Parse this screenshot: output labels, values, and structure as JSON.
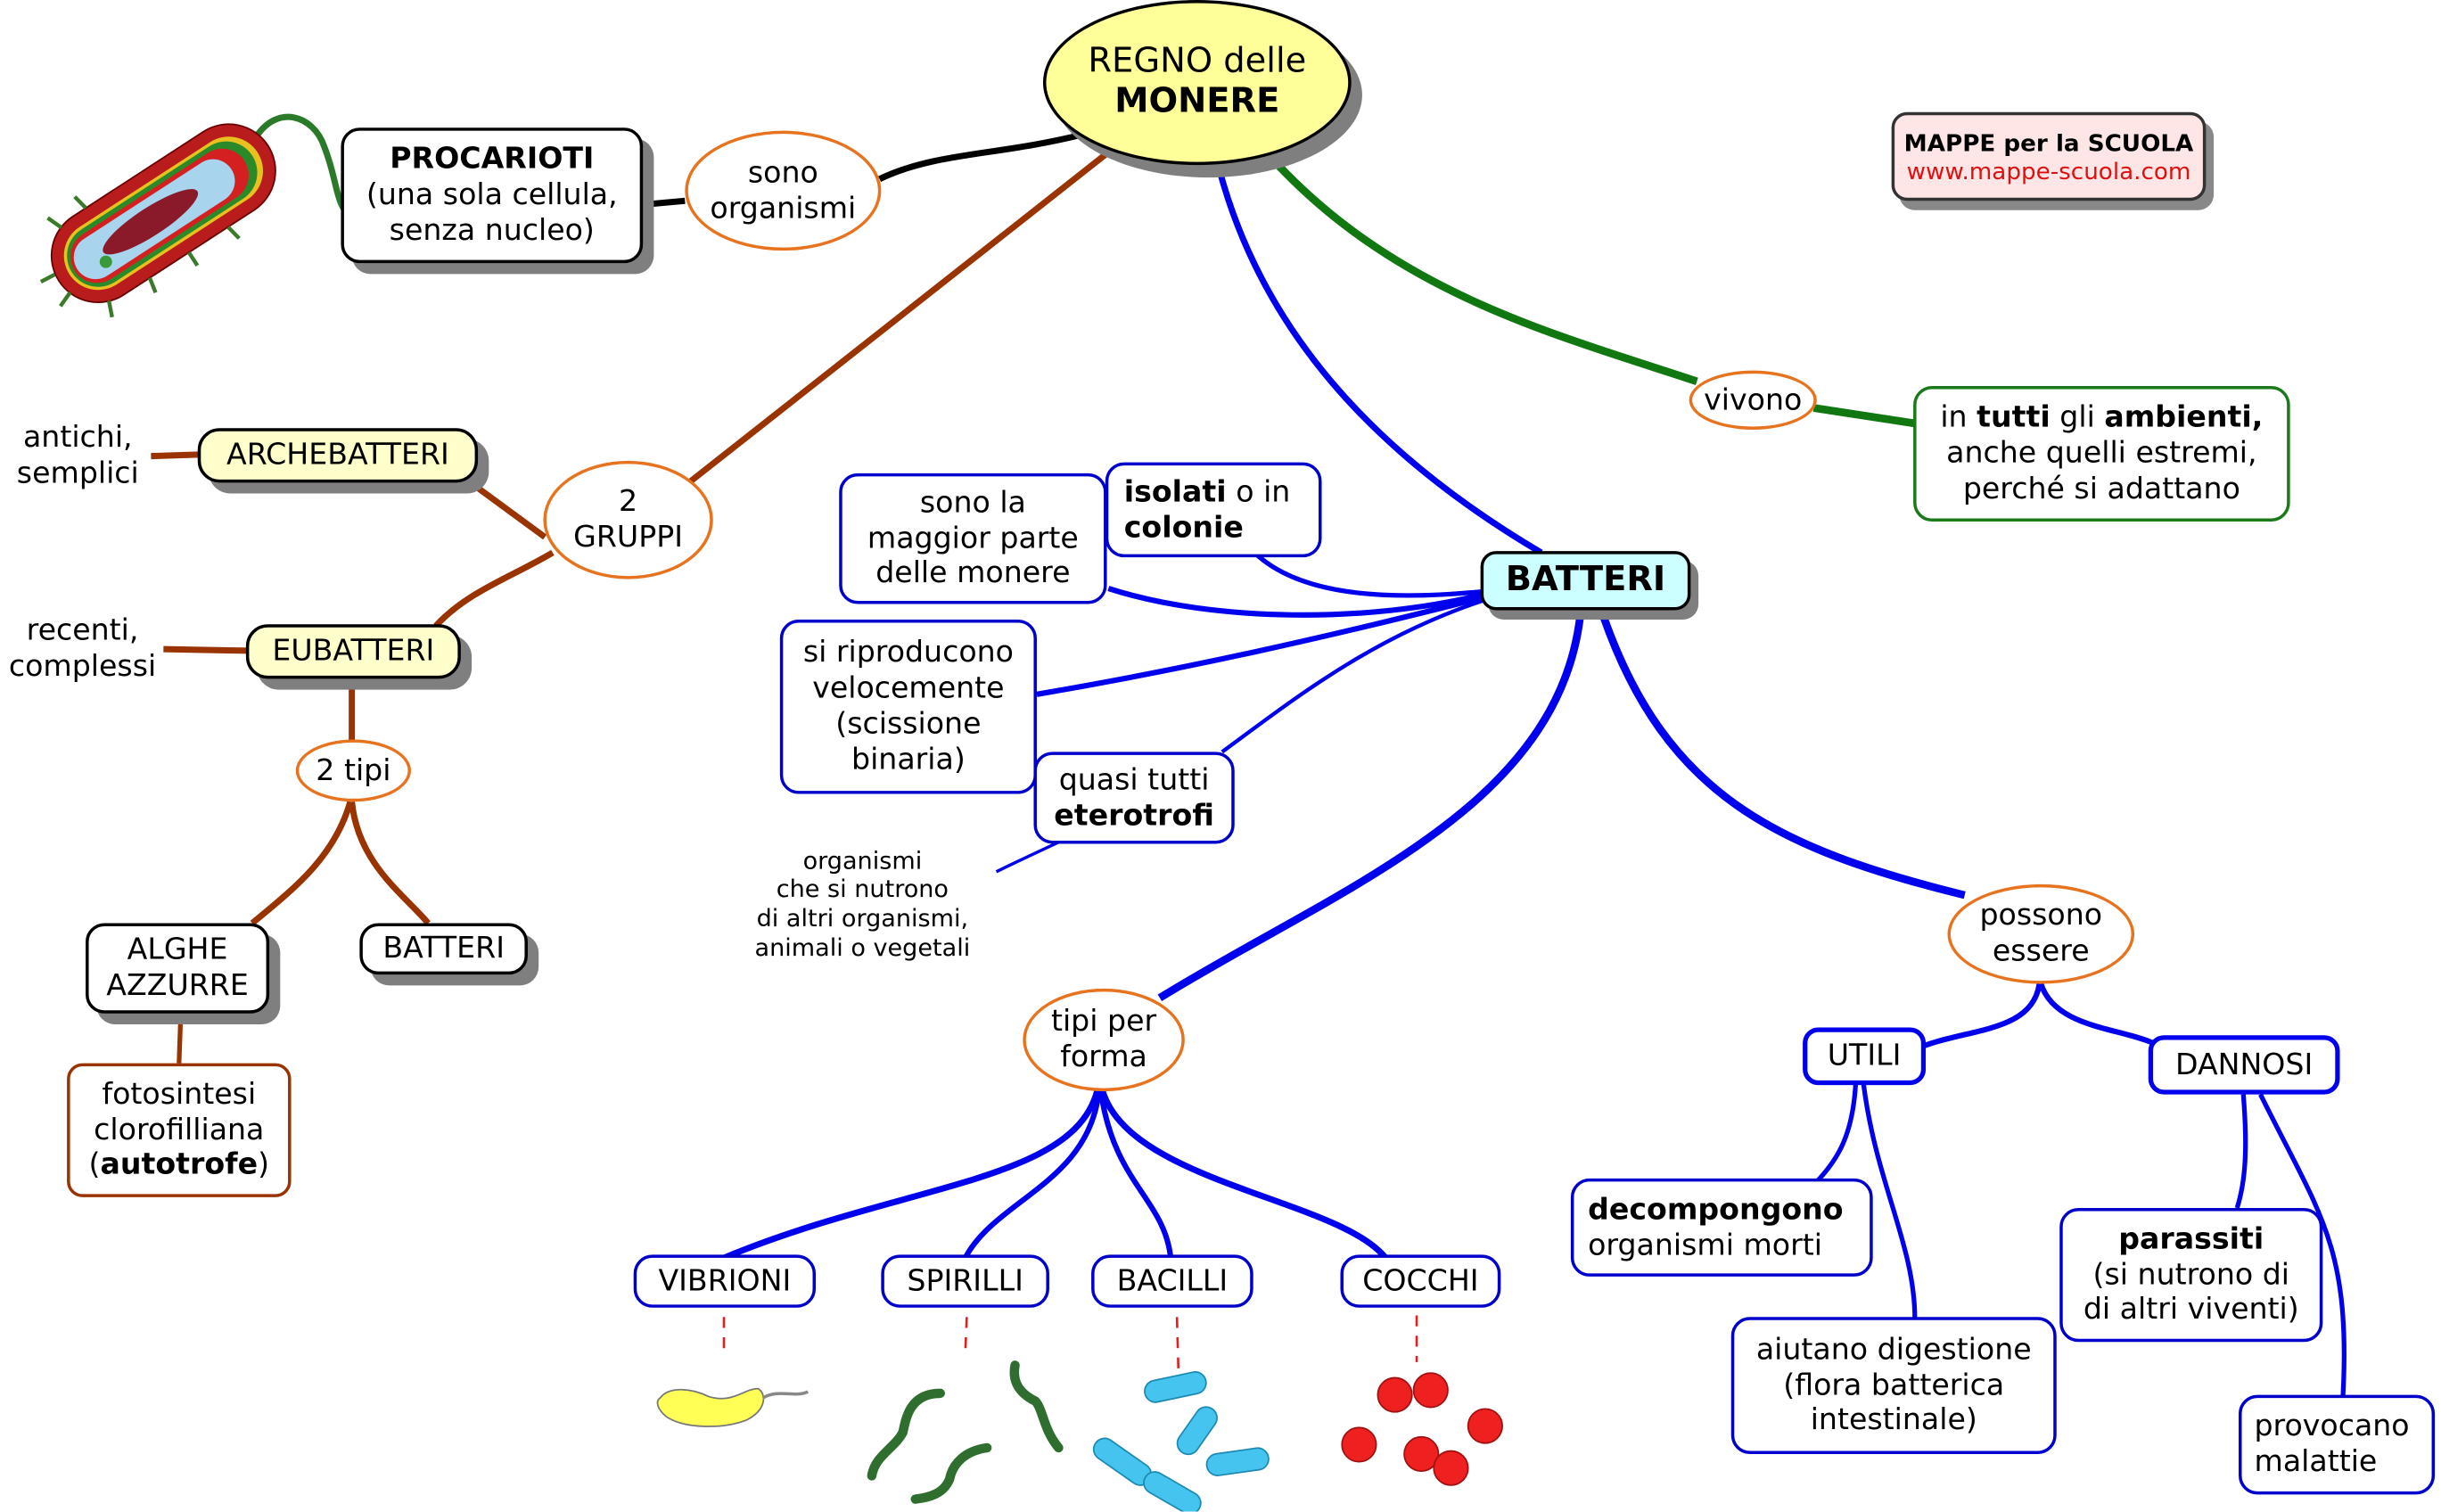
{
  "title": {
    "line1": "REGNO delle",
    "line2": "MONERE"
  },
  "brand": {
    "name": "MAPPE per la SCUOLA",
    "url": "www.mappe-scuola.com"
  },
  "colors": {
    "branch_black": "#000000",
    "branch_brown": "#993300",
    "branch_blue": "#0000ee",
    "branch_green": "#117711",
    "link_ellipse_border": "#e8731f",
    "root_fill": "#ffff99",
    "batteri_fill": "#ccffff",
    "group_fill": "#ffffcc",
    "brand_fill": "#ffe6e6",
    "brand_url": "#e01010"
  },
  "procarioti": {
    "link": [
      "sono",
      "organismi"
    ],
    "title": "PROCARIOTI",
    "lines": [
      "(una sola cellula,",
      "senza nucleo)"
    ],
    "illustration": "prokaryote-cell-illustration"
  },
  "gruppi": {
    "link": [
      "2",
      "GRUPPI"
    ],
    "archebatteri": {
      "label": "ARCHEBATTERI",
      "note": [
        "antichi,",
        "semplici"
      ]
    },
    "eubatteri": {
      "label": "EUBATTERI",
      "note": [
        "recenti,",
        "complessi"
      ],
      "link": "2 tipi",
      "types": [
        {
          "label": [
            "ALGHE",
            "AZZURRE"
          ],
          "detail": [
            "fotosintesi",
            "clorofilliana",
            "(",
            "autotrofe",
            ")"
          ]
        },
        {
          "label": [
            "BATTERI"
          ]
        }
      ]
    }
  },
  "vivono": {
    "link": "vivono",
    "text": {
      "l1_a": "in ",
      "l1_b": "tutti",
      "l1_c": " gli ",
      "l1_d": "ambienti,",
      "l2": "anche quelli estremi,",
      "l3": "perché si adattano"
    }
  },
  "batteri": {
    "label": "BATTERI",
    "facts": {
      "maggior_parte": [
        "sono la",
        "maggior parte",
        "delle monere"
      ],
      "isolati": {
        "b1": "isolati",
        "t1": " o in",
        "b2": "colonie"
      },
      "riproduzione": [
        "si riproducono",
        "velocemente",
        "(scissione",
        "binaria)"
      ],
      "eterotrofi": {
        "t1": "quasi tutti",
        "b1": "eterotrofi"
      },
      "eterotrofi_note": [
        "organismi",
        "che si nutrono",
        "di altri organismi,",
        "animali o vegetali"
      ]
    },
    "forme": {
      "link": [
        "tipi per",
        "forma"
      ],
      "types": [
        "VIBRIONI",
        "SPIRILLI",
        "BACILLI",
        "COCCHI"
      ]
    },
    "possono": {
      "link": [
        "possono",
        "essere"
      ],
      "utili": {
        "label": "UTILI",
        "decompongono": {
          "b1": "decompongono",
          "t1": "organismi morti"
        },
        "digestione": [
          "aiutano digestione",
          "(flora batterica",
          "intestinale)"
        ]
      },
      "dannosi": {
        "label": "DANNOSI",
        "parassiti": {
          "b1": "parassiti",
          "t1": "(si nutrono di",
          "t2": "di altri viventi)"
        },
        "malattie": [
          "provocano",
          "malattie"
        ]
      }
    }
  }
}
